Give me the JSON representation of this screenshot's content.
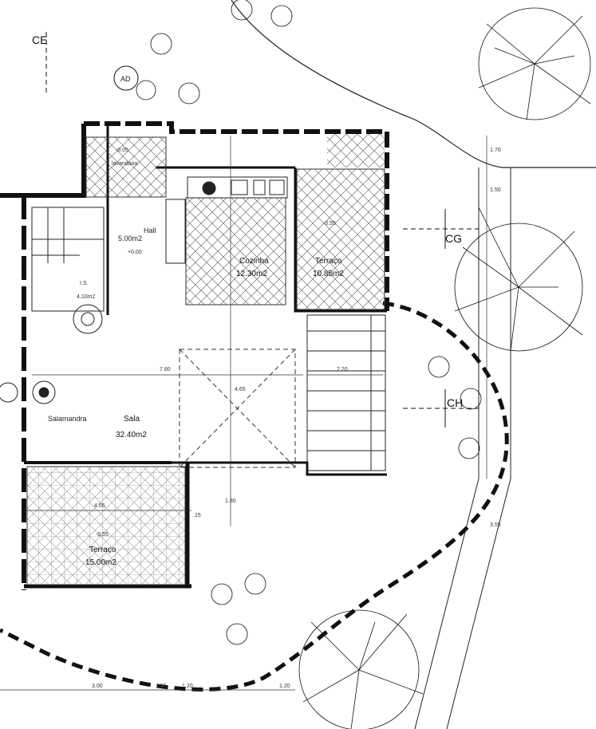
{
  "rooms": {
    "sala": {
      "name": "Sala",
      "area": "32.40m2"
    },
    "cozinha": {
      "name": "Cozinha",
      "area": "12.30m2"
    },
    "terraco_upper": {
      "name": "Terraço",
      "area": "10.85m2",
      "level": "-0.55"
    },
    "terraco_lower": {
      "name": "Terraço",
      "area": "15.00m2",
      "level": "-0.55"
    },
    "hall": {
      "name": "Hall",
      "area": "5.00m2",
      "level": "+0.00"
    },
    "wc": {
      "name": "I.S.",
      "area": "4.10m2"
    },
    "entrance_level": "-0.05"
  },
  "section_marks": {
    "cg_right": "CG",
    "ch_right": "CH",
    "ce_top": "CE",
    "ad_circle": "AD"
  },
  "labels": {
    "salamandra": "Salamandra",
    "lava_roupa": "lavandaria"
  },
  "dimensions": {
    "sala_width": "7.80",
    "deck_width": "2.20",
    "sala_depth": "4.65",
    "dims_right_1": "1.70",
    "dims_right_2": "1.50",
    "dims_right_3": "3.55",
    "bottom_1": "3.00",
    "bottom_2": "1.55",
    "bottom_3": "1.20",
    "bottom_4": "1.20",
    "terrace_width": "4.55",
    "small_1": "1.80",
    "small_2": ".15"
  },
  "colors": {
    "line": "#111111",
    "hatch": "#555555",
    "paper": "#ffffff"
  }
}
